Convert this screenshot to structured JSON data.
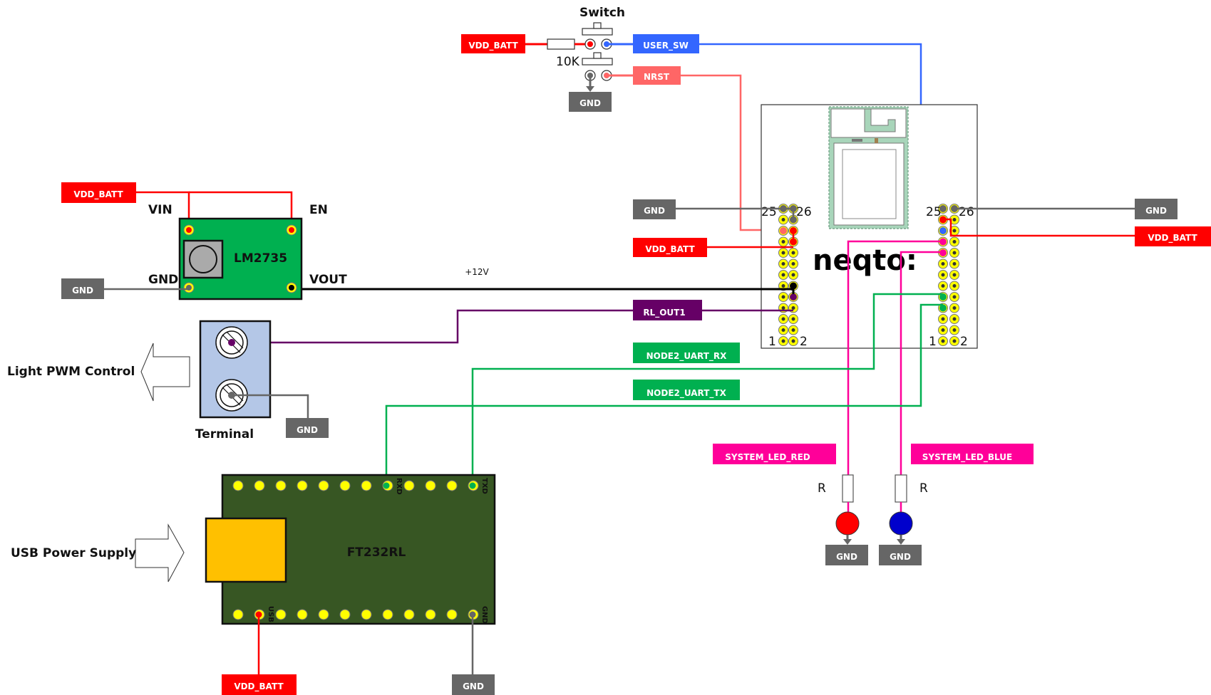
{
  "title": "neqto wiring diagram",
  "colors": {
    "vdd": "#ff0000",
    "gnd": "#666666",
    "user_sw": "#3366ff",
    "nrst": "#ff6666",
    "rl_out": "#660066",
    "uart": "#00b050",
    "led": "#ff0099",
    "lm_board": "#00b050",
    "ft_board": "#375623",
    "usb_conn": "#ffc000",
    "terminal": "#b4c7e7",
    "module": "#a8d5ba",
    "pin": "#ffff00"
  },
  "switch": {
    "title": "Switch",
    "resistor": "10K"
  },
  "labels": {
    "vdd_batt": "VDD_BATT",
    "gnd": "GND",
    "user_sw": "USER_SW",
    "nrst": "NRST",
    "rl_out1": "RL_OUT1",
    "node2_uart_rx": "NODE2_UART_RX",
    "node2_uart_tx": "NODE2_UART_TX",
    "system_led_red": "SYSTEM_LED_RED",
    "system_led_blue": "SYSTEM_LED_BLUE"
  },
  "lm2735": {
    "name": "LM2735",
    "vin": "VIN",
    "en": "EN",
    "gnd": "GND",
    "vout": "VOUT",
    "voltage": "+12V"
  },
  "terminal": {
    "name": "Terminal",
    "arrow_label": "Light  PWM Control"
  },
  "ft232": {
    "name": "FT232RL",
    "rxd": "RXD",
    "txd": "TXD",
    "usb": "USB",
    "gnd": "GND",
    "arrow_label": "USB Power Supply"
  },
  "neqto": {
    "logo": "neqto:",
    "pin_top_left": "25",
    "pin_top_right": "26",
    "pin_bottom_left": "1",
    "pin_bottom_right": "2"
  },
  "leds": {
    "resistor": "R"
  }
}
